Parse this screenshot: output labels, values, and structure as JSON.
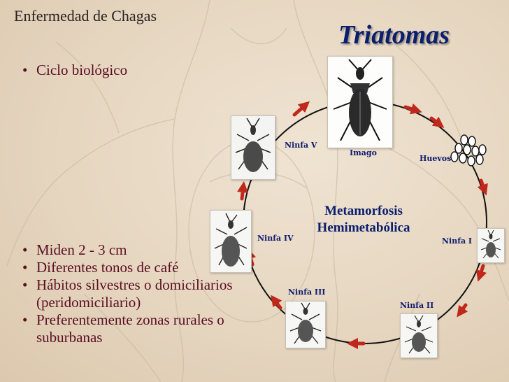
{
  "header": {
    "title": "Enfermedad de Chagas"
  },
  "slide": {
    "title": "Triatomas"
  },
  "cycle_bullet": "Ciclo biológico",
  "facts": [
    "Miden 2 - 3 cm",
    "Diferentes tonos de café",
    "Hábitos silvestres o domiciliarios (peridomiciliario)",
    "Preferentemente zonas rurales o suburbanas"
  ],
  "diagram": {
    "center_title_line1": "Metamorfosis",
    "center_title_line2": "Hemimetabólica",
    "stages": {
      "imago": "Imago",
      "huevos": "Huevos",
      "ninfa_1": "Ninfa I",
      "ninfa_2": "Ninfa II",
      "ninfa_3": "Ninfa III",
      "ninfa_4": "Ninfa IV",
      "ninfa_5": "Ninfa V"
    }
  },
  "colors": {
    "title_blue": "#0a1e6e",
    "bullet_maroon": "#5a0e22",
    "arrow_red": "#c0281c"
  }
}
